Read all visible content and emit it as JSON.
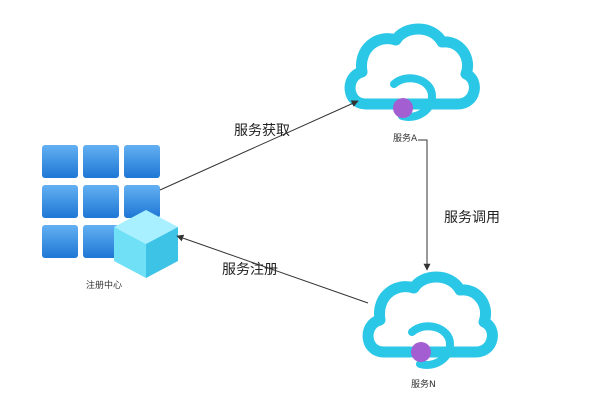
{
  "nodes": {
    "registry": {
      "label": "注册中心",
      "icon": "registry-grid-cube-icon"
    },
    "service_a": {
      "label": "服务A",
      "icon": "cloud-service-icon"
    },
    "service_n": {
      "label": "服务N",
      "icon": "cloud-service-icon"
    }
  },
  "edges": {
    "fetch": {
      "label": "服务获取"
    },
    "call": {
      "label": "服务调用"
    },
    "register": {
      "label": "服务注册"
    }
  },
  "colors": {
    "tile_light": "#5aa8ee",
    "tile_dark": "#1f78d6",
    "cube_top": "#a8f0ff",
    "cube_left": "#6fe0f6",
    "cube_right": "#3cc3e6",
    "cloud_outer": "#2bc7e6",
    "cloud_inner": "#ffffff",
    "node_dot": "#a35ed1",
    "arrow": "#333333"
  }
}
